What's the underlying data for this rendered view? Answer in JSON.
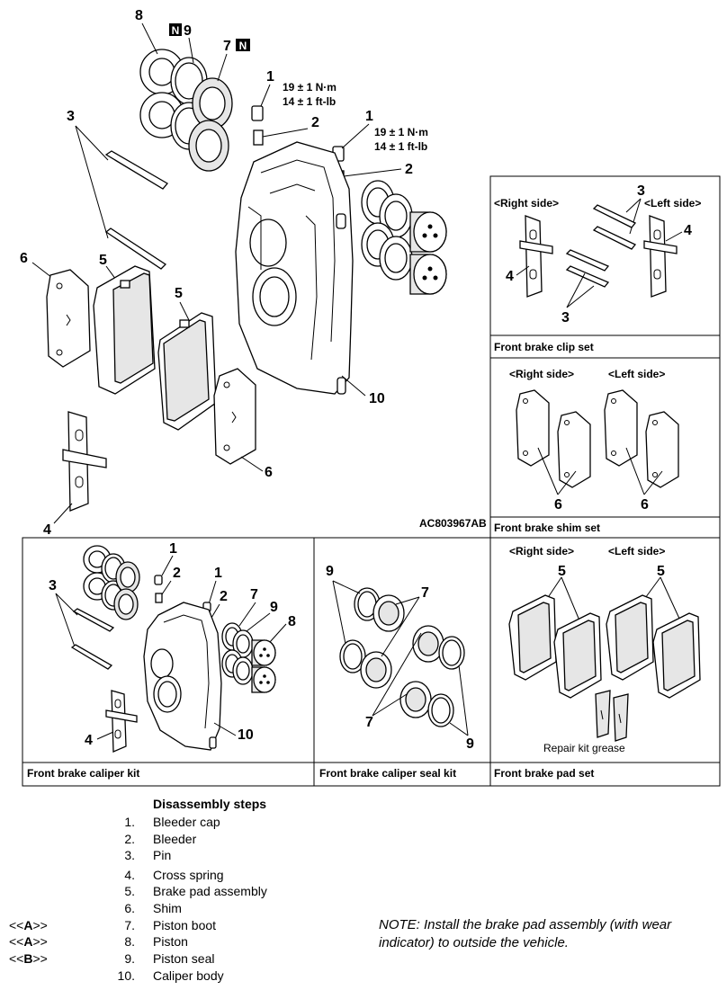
{
  "figure_id": "AC803967AB",
  "new_part_badge": "N",
  "callouts": {
    "n1": "1",
    "n2": "2",
    "n3": "3",
    "n4": "4",
    "n5": "5",
    "n6": "6",
    "n7": "7",
    "n8": "8",
    "n9": "9",
    "n10": "10"
  },
  "torque": {
    "line1": "19 ± 1 N·m",
    "line2": "14 ± 1 ft-lb"
  },
  "sides": {
    "right": "<Right side>",
    "left": "<Left side>"
  },
  "kit_labels": {
    "clip_set": "Front brake clip set",
    "shim_set": "Front brake shim set",
    "caliper_kit": "Front brake caliper kit",
    "seal_kit": "Front brake caliper seal kit",
    "pad_set": "Front brake pad set",
    "grease": "Repair kit grease"
  },
  "disassembly": {
    "title": "Disassembly steps",
    "steps": [
      {
        "tag": "",
        "tag_letter": "",
        "num": "1.",
        "label": "Bleeder cap"
      },
      {
        "tag": "",
        "tag_letter": "",
        "num": "2.",
        "label": "Bleeder"
      },
      {
        "tag": "",
        "tag_letter": "",
        "num": "3.",
        "label": "Pin"
      },
      {
        "tag": "",
        "tag_letter": "",
        "num": "4.",
        "label": "Cross spring"
      },
      {
        "tag": "",
        "tag_letter": "",
        "num": "5.",
        "label": "Brake pad assembly"
      },
      {
        "tag": "",
        "tag_letter": "",
        "num": "6.",
        "label": "Shim"
      },
      {
        "tag": "<<",
        "tag_letter": "A",
        "num": "7.",
        "label": "Piston boot"
      },
      {
        "tag": "<<",
        "tag_letter": "A",
        "num": "8.",
        "label": "Piston"
      },
      {
        "tag": "<<",
        "tag_letter": "B",
        "num": "9.",
        "label": "Piston seal"
      },
      {
        "tag": "",
        "tag_letter": "",
        "num": "10.",
        "label": "Caliper body"
      }
    ]
  },
  "note": "NOTE: Install the brake pad assembly (with wear indicator) to outside the vehicle."
}
